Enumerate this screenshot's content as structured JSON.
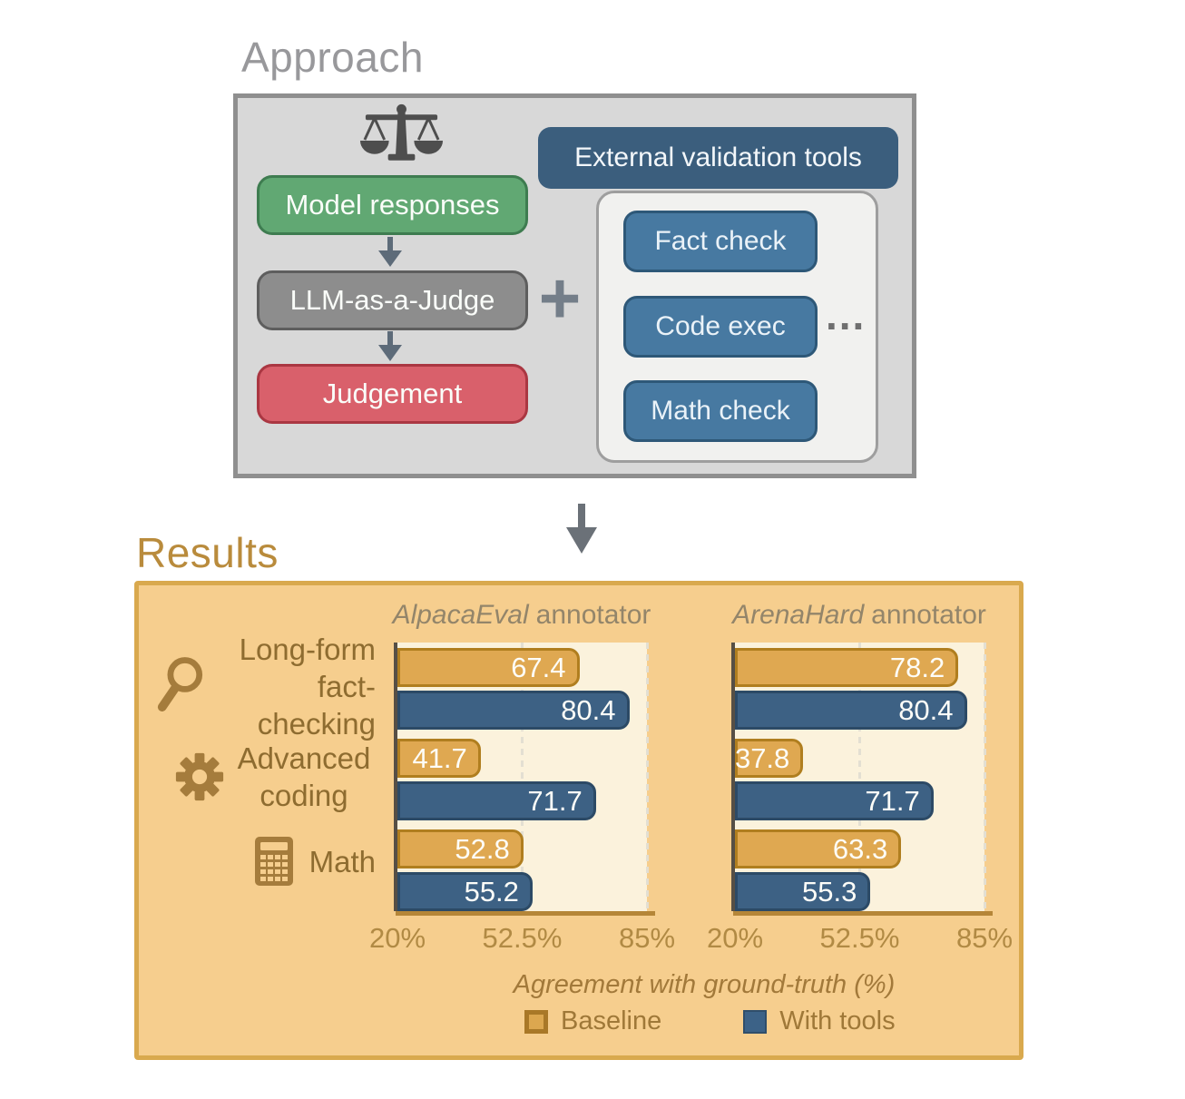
{
  "approach": {
    "title": "Approach",
    "flow": {
      "model_responses": "Model responses",
      "llm_judge": "LLM-as-a-Judge",
      "judgement": "Judgement"
    },
    "plus_sign": "+",
    "tools": {
      "header": "External validation tools",
      "items": [
        "Fact check",
        "Code exec",
        "Math check"
      ],
      "ellipsis": "..."
    }
  },
  "results": {
    "title": "Results",
    "rows": [
      {
        "icon": "search-icon",
        "lines": [
          "Long-form",
          "fact-checking"
        ]
      },
      {
        "icon": "gear-icon",
        "lines": [
          "Advanced",
          "coding"
        ]
      },
      {
        "icon": "calculator-icon",
        "lines": [
          "Math"
        ]
      }
    ],
    "axis_title": "Agreement with ground-truth (%)",
    "legend": [
      {
        "label": "Baseline",
        "color": "#DCA74F"
      },
      {
        "label": "With tools",
        "color": "#3C6287"
      }
    ],
    "colors": {
      "results_background": "#F6CE8E",
      "results_border": "#D9A94E",
      "panel_background": "#FBF2DC",
      "baseline_bar": "#DFA851",
      "with_tools_bar": "#3D6184"
    }
  },
  "chart_data": [
    {
      "type": "bar",
      "orientation": "horizontal",
      "title": "AlpacaEval annotator",
      "title_italic": "AlpacaEval",
      "title_suffix": "annotator",
      "categories": [
        "Long-form fact-checking",
        "Advanced coding",
        "Math"
      ],
      "series": [
        {
          "name": "Baseline",
          "color": "#DFA851",
          "values": [
            67.4,
            41.7,
            52.8
          ]
        },
        {
          "name": "With tools",
          "color": "#3D6184",
          "values": [
            80.4,
            71.7,
            55.2
          ]
        }
      ],
      "xlabel": "Agreement with ground-truth (%)",
      "xlim": [
        20,
        85
      ],
      "xticks": [
        "20%",
        "52.5%",
        "85%"
      ],
      "gridlines": [
        52.5,
        85
      ],
      "legend_position": "bottom"
    },
    {
      "type": "bar",
      "orientation": "horizontal",
      "title": "ArenaHard annotator",
      "title_italic": "ArenaHard",
      "title_suffix": "annotator",
      "categories": [
        "Long-form fact-checking",
        "Advanced coding",
        "Math"
      ],
      "series": [
        {
          "name": "Baseline",
          "color": "#DFA851",
          "values": [
            78.2,
            37.8,
            63.3
          ]
        },
        {
          "name": "With tools",
          "color": "#3D6184",
          "values": [
            80.4,
            71.7,
            55.3
          ]
        }
      ],
      "xlabel": "Agreement with ground-truth (%)",
      "xlim": [
        20,
        85
      ],
      "xticks": [
        "20%",
        "52.5%",
        "85%"
      ],
      "gridlines": [
        52.5,
        85
      ],
      "legend_position": "bottom"
    }
  ]
}
